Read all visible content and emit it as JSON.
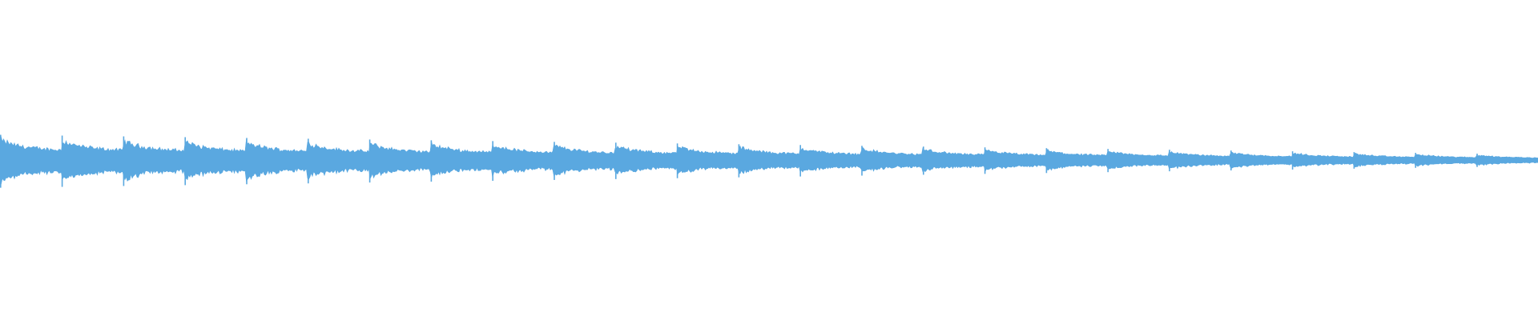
{
  "waveform": {
    "color": "#5aa8e0",
    "background": "#ffffff",
    "segment_count": 25,
    "start_amplitude": 1.0,
    "end_amplitude": 0.22
  }
}
